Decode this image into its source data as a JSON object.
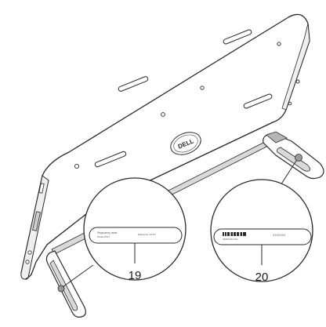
{
  "brand": {
    "logo_text": "DELL"
  },
  "callouts": [
    {
      "number": "19",
      "label_lines": [
        "Regulatory label",
        "Model P14T",
        "Rating DC 19.5V"
      ]
    },
    {
      "number": "20",
      "label_lines": [
        "SERVICE TAG",
        "XXXXXXX"
      ]
    }
  ],
  "colors": {
    "line": "#2a2a2a",
    "fill": "#ffffff",
    "shade": "#d9d9d9",
    "dark": "#555555"
  }
}
